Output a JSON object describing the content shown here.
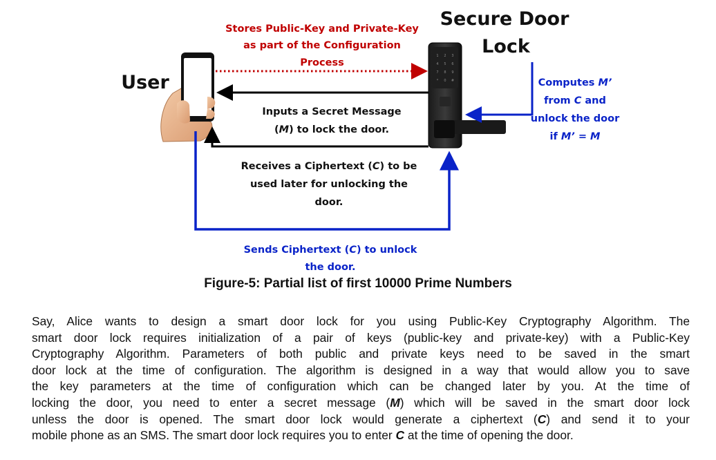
{
  "diagram": {
    "title_line1": "Secure Door",
    "title_line2": "Lock",
    "user_label": "User",
    "config_note": [
      "Stores Public-Key and Private-Key",
      "as part of the Configuration",
      "Process"
    ],
    "input_note": [
      "Inputs a Secret Message",
      "(",
      "M",
      ") to lock the door."
    ],
    "receive_note": [
      "Receives a Ciphertext (",
      "C",
      ") to be",
      "used later for unlocking the",
      "door."
    ],
    "send_note": [
      "Sends Ciphertext (",
      "C",
      ") to unlock",
      "the door."
    ],
    "compute_note": [
      "Computes ",
      "M’",
      "from ",
      "C",
      " and",
      "unlock the door",
      "if ",
      "M’ = M"
    ],
    "colors": {
      "config": "#c00000",
      "blue": "#0a23c8",
      "black": "#000000"
    }
  },
  "caption": "Figure-5: Partial list of first 10000 Prime Numbers",
  "paragraph": {
    "l1": "Say, Alice wants to design a smart door lock for you using Public-Key Cryptography Algorithm. The",
    "l2": "smart door lock requires initialization of a pair of keys (public-key and private-key) with a Public-Key",
    "l3": "Cryptography Algorithm. Parameters of both public and private keys need to be saved in the smart",
    "l4": "door lock at the time of configuration. The algorithm is designed in a way that would allow you to save",
    "l5": "the key parameters at the time of configuration which can be changed later by you. At the time of",
    "l6a": "locking the door, you need to enter a secret message (",
    "l6m": "M",
    "l6b": ") which will be saved in the smart door lock",
    "l7a": "unless the door is opened. The smart door lock would generate a ciphertext (",
    "l7c": "C",
    "l7b": ") and send it to your",
    "l8a": "mobile phone as an SMS. The smart door lock requires you to enter ",
    "l8c": "C",
    "l8b": " at the time of opening the door."
  }
}
